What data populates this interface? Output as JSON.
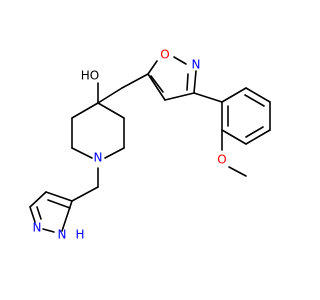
{
  "molecule": {
    "atoms": {
      "oh": {
        "text": "HO",
        "color": "#000000"
      },
      "o_isoxazole": {
        "text": "O",
        "color": "#ff0000"
      },
      "n_isoxazole": {
        "text": "N",
        "color": "#0000ff"
      },
      "n_piperidine": {
        "text": "N",
        "color": "#0000ff"
      },
      "n_pyrazole": {
        "text": "N",
        "color": "#0000ff"
      },
      "nh_pyrazole": {
        "text": "N",
        "color": "#0000ff"
      },
      "h_pyrazole": {
        "text": "H",
        "color": "#0000ff"
      },
      "o_methoxy": {
        "text": "O",
        "color": "#ff0000"
      }
    }
  }
}
